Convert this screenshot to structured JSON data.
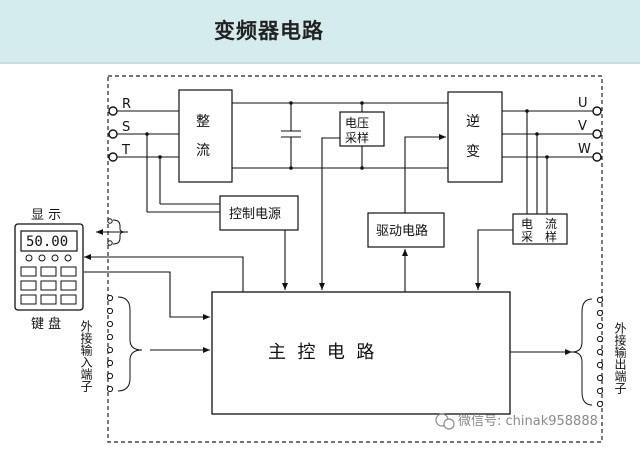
{
  "title": "变频器电路",
  "terminals_in": [
    "R",
    "S",
    "T"
  ],
  "terminals_out": [
    "U",
    "V",
    "W"
  ],
  "blocks": {
    "rectifier": [
      "整",
      "流"
    ],
    "voltage_sample": [
      "电压",
      "采样"
    ],
    "inverter": [
      "逆",
      "变"
    ],
    "control_power": "控制电源",
    "drive_circuit": "驱动电路",
    "current_sample": [
      "电",
      "流",
      "采",
      "样"
    ],
    "main_control": "主  控  电  路"
  },
  "keypad": {
    "display_label": "显 示",
    "readout": "50.00",
    "keyboard_label": "键 盘"
  },
  "ext_input_label": "外接输入端子",
  "ext_output_label": "外接输出端子",
  "watermark": "微信号: chinak958888",
  "colors": {
    "header_bg": "#d4ecee",
    "line": "#111111"
  }
}
